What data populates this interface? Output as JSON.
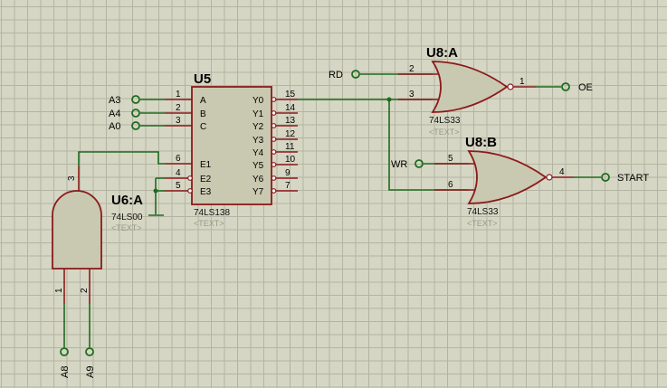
{
  "colors": {
    "background": "#d6d6c4",
    "grid": "#b4b4a2",
    "wire": "#1e6b1e",
    "component": "#8b1a1a",
    "body_fill": "#c9c8b0"
  },
  "u5": {
    "ref": "U5",
    "value": "74LS138",
    "text": "<TEXT>",
    "inputs": [
      {
        "name": "A",
        "pin": "1",
        "net": "A3"
      },
      {
        "name": "B",
        "pin": "2",
        "net": "A4"
      },
      {
        "name": "C",
        "pin": "3",
        "net": "A0"
      }
    ],
    "enables": [
      {
        "name": "E1",
        "pin": "6"
      },
      {
        "name": "E2",
        "pin": "4"
      },
      {
        "name": "E3",
        "pin": "5"
      }
    ],
    "outputs": [
      {
        "name": "Y0",
        "pin": "15"
      },
      {
        "name": "Y1",
        "pin": "14"
      },
      {
        "name": "Y2",
        "pin": "13"
      },
      {
        "name": "Y3",
        "pin": "12"
      },
      {
        "name": "Y4",
        "pin": "11"
      },
      {
        "name": "Y5",
        "pin": "10"
      },
      {
        "name": "Y6",
        "pin": "9"
      },
      {
        "name": "Y7",
        "pin": "7"
      }
    ]
  },
  "u6a": {
    "ref": "U6:A",
    "value": "74LS00",
    "text": "<TEXT>",
    "pin_out": "3",
    "pin_in1": "1",
    "pin_in2": "2",
    "net_in1": "A8",
    "net_in2": "A9"
  },
  "u8a": {
    "ref": "U8:A",
    "value": "74LS33",
    "text": "<TEXT>",
    "pin_in1": "2",
    "pin_in2": "3",
    "pin_out": "1",
    "net_in": "RD",
    "net_out": "OE"
  },
  "u8b": {
    "ref": "U8:B",
    "value": "74LS33",
    "text": "<TEXT>",
    "pin_in1": "5",
    "pin_in2": "6",
    "pin_out": "4",
    "net_in": "WR",
    "net_out": "START"
  }
}
